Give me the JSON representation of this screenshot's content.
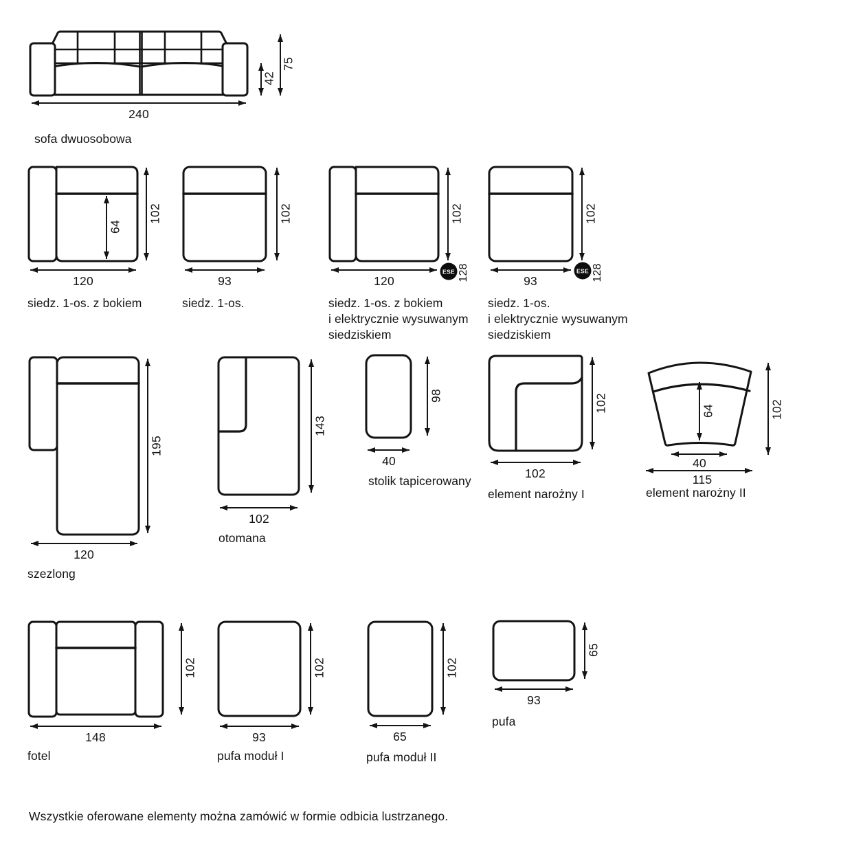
{
  "colors": {
    "line": "#141414",
    "background": "#ffffff",
    "badge_bg": "#0d0d0d",
    "badge_text": "#ffffff"
  },
  "items": [
    {
      "id": "sofa-dwuosobowa",
      "label": "sofa dwuosobowa",
      "width": "240",
      "height": "75",
      "seat_height": "42"
    },
    {
      "id": "siedzisko-1-os-z-bokiem",
      "label": "siedz. 1-os. z bokiem",
      "width": "120",
      "depth": "102",
      "seat_width": "64"
    },
    {
      "id": "siedzisko-1-os",
      "label": "siedz. 1-os.",
      "width": "93",
      "depth": "102"
    },
    {
      "id": "siedzisko-1-os-z-bokiem-ese",
      "label_line1": "siedz. 1-os. z bokiem",
      "label_line2": "i elektrycznie wysuwanym",
      "label_line3": "siedziskiem",
      "width": "120",
      "depth": "102",
      "badge_label": "ESE",
      "badge_value": "128"
    },
    {
      "id": "siedzisko-1-os-ese",
      "label_line1": "siedz. 1-os.",
      "label_line2": "i elektrycznie wysuwanym",
      "label_line3": "siedziskiem",
      "width": "93",
      "depth": "102",
      "badge_label": "ESE",
      "badge_value": "128"
    },
    {
      "id": "szezlong",
      "label": "szezlong",
      "width": "120",
      "depth": "195"
    },
    {
      "id": "otomana",
      "label": "otomana",
      "width": "102",
      "depth": "143"
    },
    {
      "id": "stolik-tapicerowany",
      "label": "stolik tapicerowany",
      "width": "40",
      "depth": "98"
    },
    {
      "id": "element-narozny-1",
      "label": "element narożny I",
      "width": "102",
      "depth": "102"
    },
    {
      "id": "element-narozny-2",
      "label": "element narożny II",
      "width": "115",
      "depth": "102",
      "inner_width": "40",
      "seat_depth": "64"
    },
    {
      "id": "fotel",
      "label": "fotel",
      "width": "148",
      "depth": "102"
    },
    {
      "id": "pufa-modul-1",
      "label": "pufa moduł I",
      "width": "93",
      "depth": "102"
    },
    {
      "id": "pufa-modul-2",
      "label": "pufa moduł II",
      "width": "65",
      "depth": "102"
    },
    {
      "id": "pufa",
      "label": "pufa",
      "width": "93",
      "depth": "65"
    }
  ],
  "footer": {
    "note": "Wszystkie oferowane elementy można zamówić w formie odbicia lustrzanego."
  }
}
